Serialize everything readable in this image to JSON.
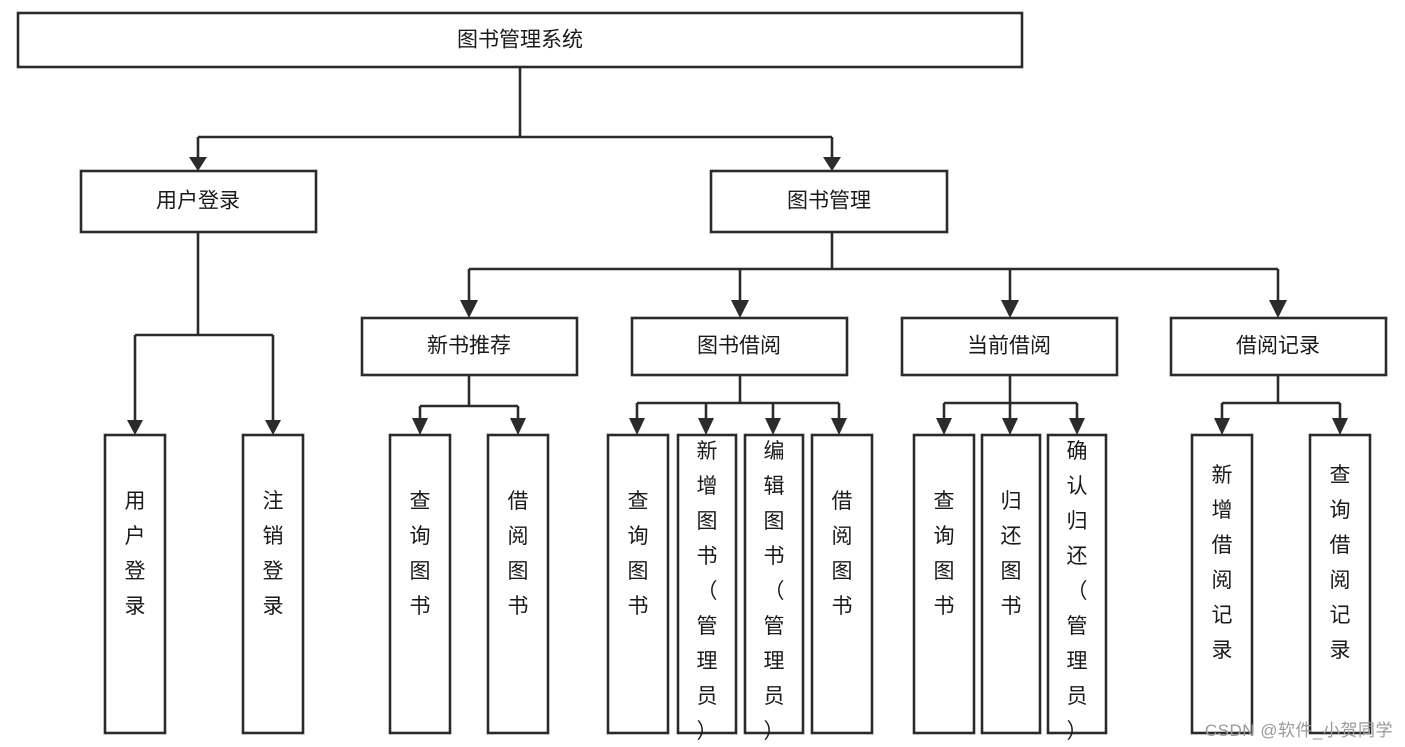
{
  "diagram": {
    "title": "图书管理系统",
    "type": "tree",
    "watermark": "CSDN @软件_小贺同学",
    "colors": {
      "stroke": "#2b2b2b",
      "fill": "#ffffff",
      "text": "#1a1a1a",
      "watermark": "#9a9a9a"
    },
    "root": {
      "label": "图书管理系统"
    },
    "level2": [
      {
        "label": "用户登录"
      },
      {
        "label": "图书管理"
      }
    ],
    "level3": [
      {
        "label": "新书推荐"
      },
      {
        "label": "图书借阅"
      },
      {
        "label": "当前借阅"
      },
      {
        "label": "借阅记录"
      }
    ],
    "leaves": {
      "user_login": [
        {
          "label": "用户登录"
        },
        {
          "label": "注销登录"
        }
      ],
      "new_book_recommend": [
        {
          "label": "查询图书"
        },
        {
          "label": "借阅图书"
        }
      ],
      "book_borrow": [
        {
          "label": "查询图书"
        },
        {
          "label": "新增图书（管理员）"
        },
        {
          "label": "编辑图书（管理员）"
        },
        {
          "label": "借阅图书"
        }
      ],
      "current_borrow": [
        {
          "label": "查询图书"
        },
        {
          "label": "归还图书"
        },
        {
          "label": "确认归还（管理员）"
        }
      ],
      "borrow_record": [
        {
          "label": "新增借阅记录"
        },
        {
          "label": "查询借阅记录"
        }
      ]
    }
  }
}
